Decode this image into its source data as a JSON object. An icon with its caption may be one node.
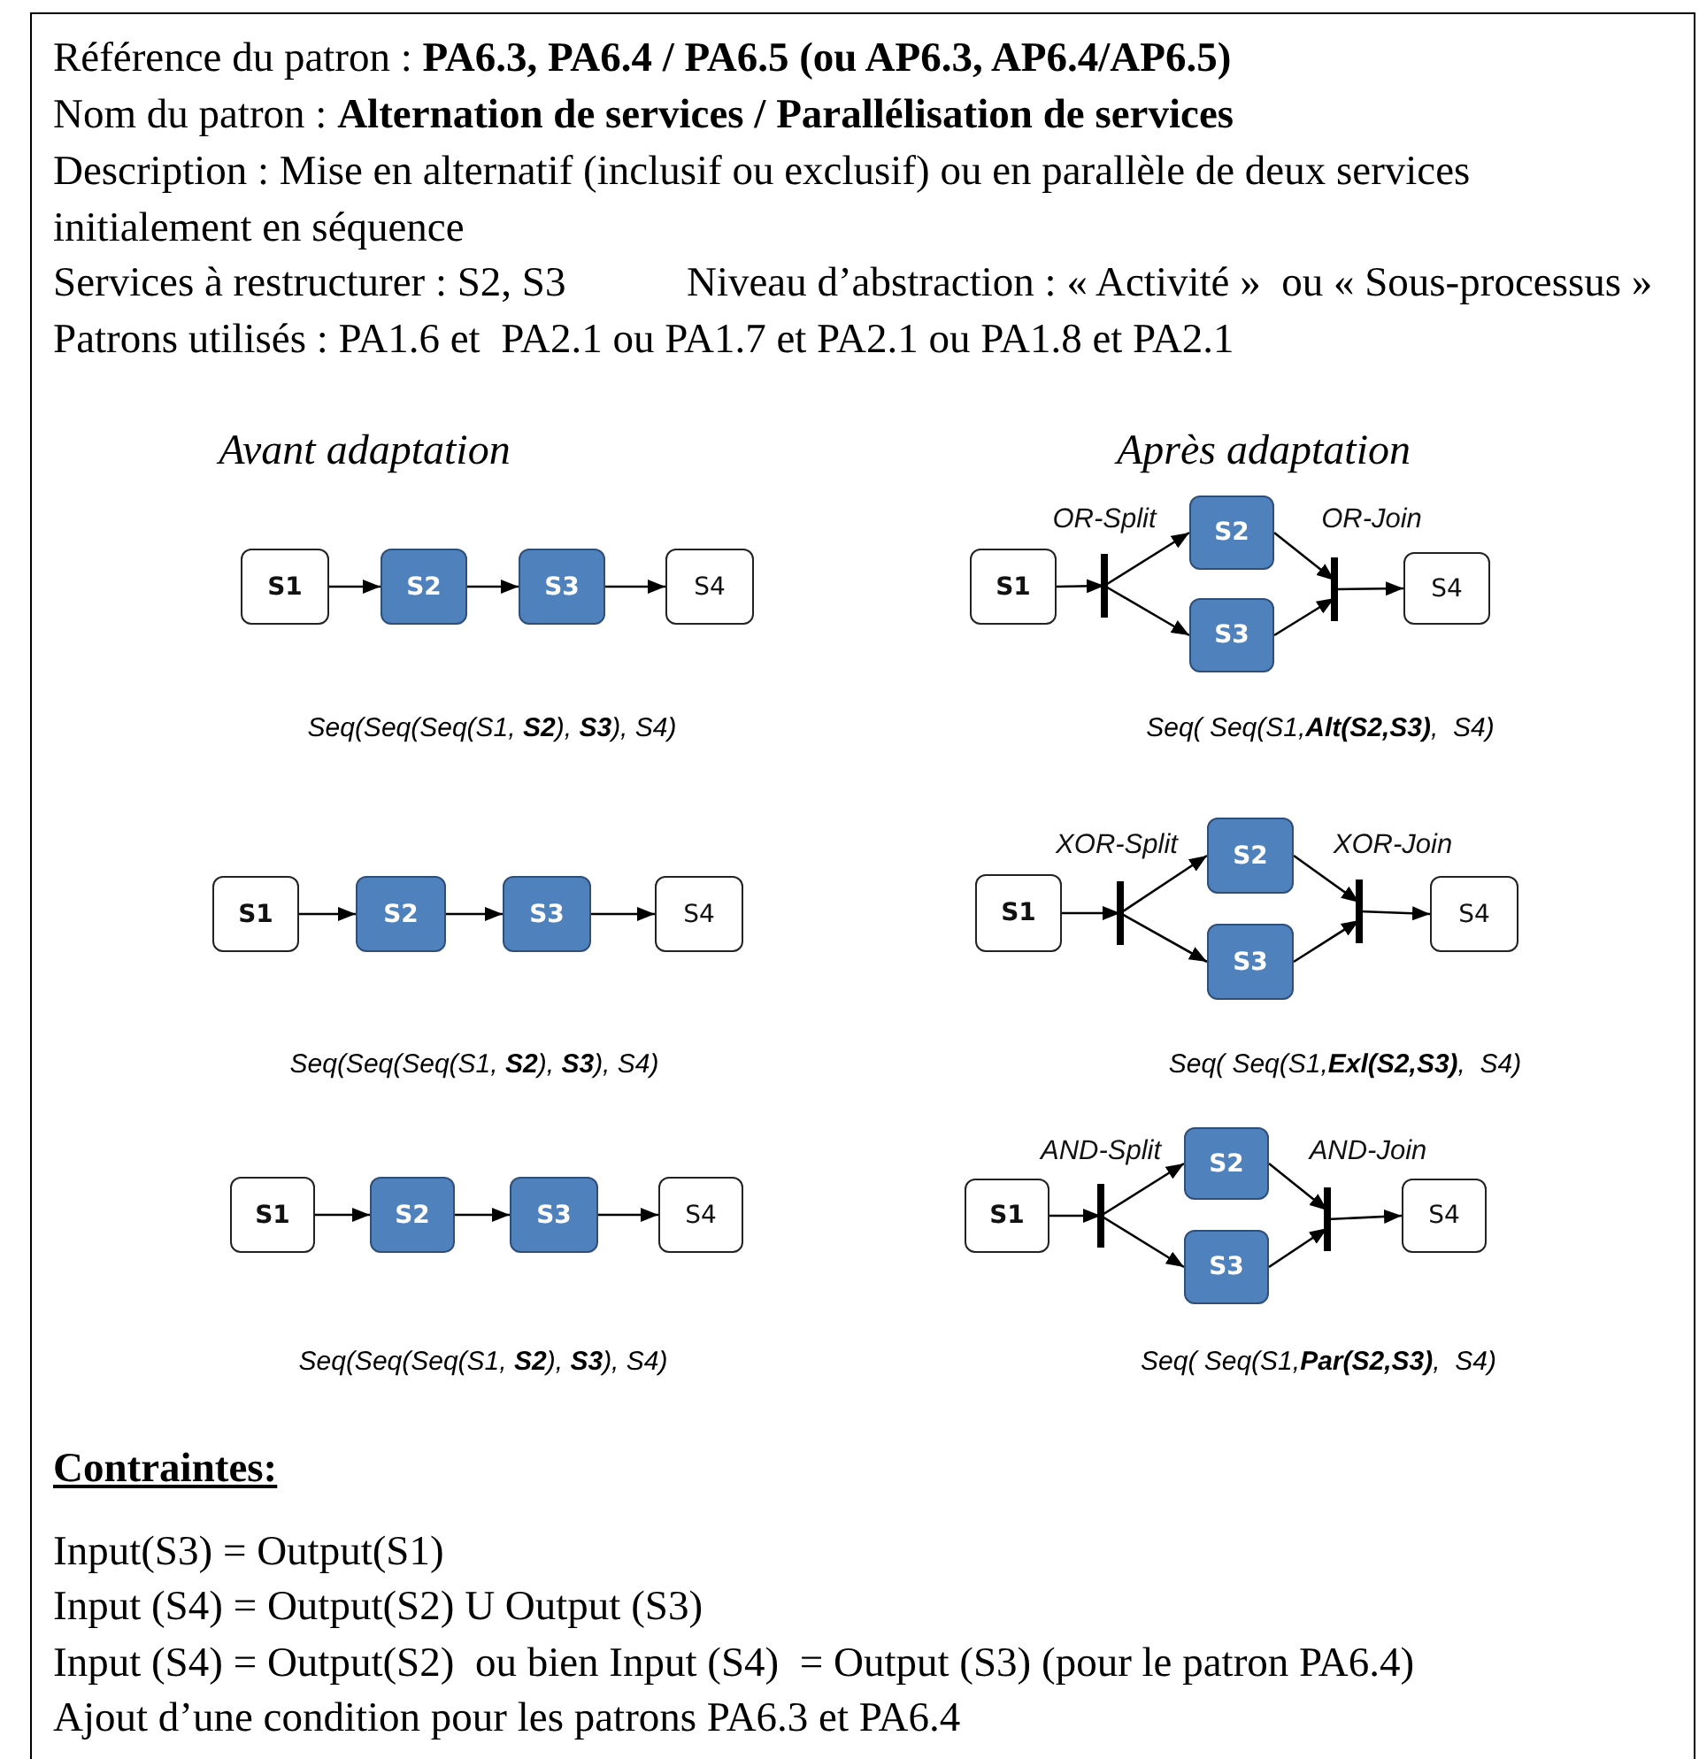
{
  "diagram": {
    "nodes": [
      {
        "text": [
          "S1"
        ]
      },
      {
        "text": [
          "S2"
        ]
      },
      {
        "text": [
          "S3"
        ]
      },
      {
        "text": [
          "S4"
        ]
      },
      {
        "text": [
          "S1"
        ]
      },
      {
        "text": [],
        "shape": "bar",
        "beside": [
          "OR-Split"
        ]
      },
      {
        "text": [
          "S2"
        ]
      },
      {
        "text": [
          "S3"
        ]
      },
      {
        "text": [],
        "shape": "bar",
        "beside": [
          "OR-Join"
        ]
      },
      {
        "text": [
          "S4"
        ]
      },
      {
        "text": [
          "S1"
        ]
      },
      {
        "text": [
          "S2"
        ]
      },
      {
        "text": [
          "S3"
        ]
      },
      {
        "text": [
          "S4"
        ]
      },
      {
        "text": [
          "S1"
        ]
      },
      {
        "text": [],
        "shape": "bar",
        "beside": [
          "XOR-Split"
        ]
      },
      {
        "text": [
          "S2"
        ]
      },
      {
        "text": [
          "S3"
        ]
      },
      {
        "text": [],
        "shape": "bar",
        "beside": [
          "XOR-Join"
        ]
      },
      {
        "text": [
          "S4"
        ]
      },
      {
        "text": [
          "S1"
        ]
      },
      {
        "text": [
          "S2"
        ]
      },
      {
        "text": [
          "S3"
        ]
      },
      {
        "text": [
          "S4"
        ]
      },
      {
        "text": [
          "S1"
        ]
      },
      {
        "text": [],
        "shape": "bar",
        "beside": [
          "AND-Split"
        ]
      },
      {
        "text": [
          "S2"
        ]
      },
      {
        "text": [
          "S3"
        ]
      },
      {
        "text": [],
        "shape": "bar",
        "beside": [
          "AND-Join"
        ]
      },
      {
        "text": [
          "S4"
        ]
      }
    ],
    "edges": [
      {
        "from": 0,
        "to": 1,
        "arrow": "to"
      },
      {
        "from": 1,
        "to": 2,
        "arrow": "to"
      },
      {
        "from": 2,
        "to": 3,
        "arrow": "to"
      },
      {
        "from": 4,
        "to": 5,
        "arrow": "to"
      },
      {
        "from": 5,
        "to": 6,
        "arrow": "to"
      },
      {
        "from": 5,
        "to": 7,
        "arrow": "to"
      },
      {
        "from": 6,
        "to": 8,
        "arrow": "to"
      },
      {
        "from": 7,
        "to": 8,
        "arrow": "to"
      },
      {
        "from": 8,
        "to": 9,
        "arrow": "to"
      },
      {
        "from": 10,
        "to": 11,
        "arrow": "to"
      },
      {
        "from": 11,
        "to": 12,
        "arrow": "to"
      },
      {
        "from": 12,
        "to": 13,
        "arrow": "to"
      },
      {
        "from": 14,
        "to": 15,
        "arrow": "to"
      },
      {
        "from": 15,
        "to": 16,
        "arrow": "to"
      },
      {
        "from": 15,
        "to": 17,
        "arrow": "to"
      },
      {
        "from": 16,
        "to": 18,
        "arrow": "to"
      },
      {
        "from": 17,
        "to": 18,
        "arrow": "to"
      },
      {
        "from": 18,
        "to": 19,
        "arrow": "to"
      },
      {
        "from": 20,
        "to": 21,
        "arrow": "to"
      },
      {
        "from": 21,
        "to": 22,
        "arrow": "to"
      },
      {
        "from": 22,
        "to": 23,
        "arrow": "to"
      },
      {
        "from": 24,
        "to": 25,
        "arrow": "to"
      },
      {
        "from": 25,
        "to": 26,
        "arrow": "to"
      },
      {
        "from": 25,
        "to": 27,
        "arrow": "to"
      },
      {
        "from": 26,
        "to": 28,
        "arrow": "to"
      },
      {
        "from": 27,
        "to": 28,
        "arrow": "to"
      },
      {
        "from": 28,
        "to": 29,
        "arrow": "to"
      }
    ],
    "labels": [
      "Référence du patron : **PA6.3, PA6.4 / PA6.5 (ou AP6.3, AP6.4/AP6.5)**",
      "Nom du patron : **Alternation de services / Parallélisation de services**",
      "Description : Mise en alternatif (inclusif ou exclusif) ou en parallèle de deux services initialement en séquence",
      "Services à restructurer : S2, S3",
      "Niveau d’abstraction : « Activité »  ou « Sous-processus »",
      "Patrons utilisés : PA1.6 et  PA2.1 ou PA1.7 et PA2.1 ou PA1.8 et PA2.1",
      "Avant adaptation",
      "Après adaptation",
      "Seq(Seq(Seq(S1, **S2**), **S3**), S4)",
      "Seq( Seq(S1,**Alt(S2,S3)**,  S4)",
      "Seq(Seq(Seq(S1, **S2**), **S3**), S4)",
      "Seq( Seq(S1,**Exl(S2,S3)**,  S4)",
      "Seq(Seq(Seq(S1, **S2**), **S3**), S4)",
      "Seq( Seq(S1,**Par(S2,S3)**,  S4)",
      "Contraintes:",
      "Input(S3) = Output(S1)",
      "Input (S4) = Output(S2) U Output (S3)",
      "Input (S4) = Output(S2)  ou bien Input (S4)  = Output (S3) (pour le patron PA6.4)",
      "Ajout d’une condition pour les patrons PA6.3 et PA6.4"
    ]
  }
}
